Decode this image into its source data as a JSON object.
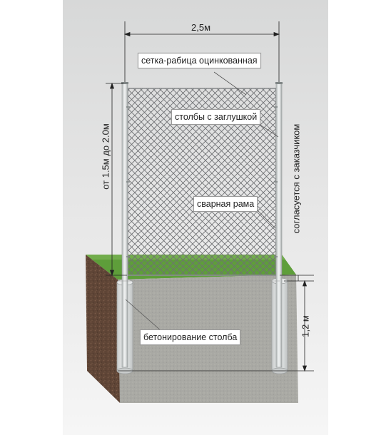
{
  "diagram": {
    "width_dimension": "2,5м",
    "height_dimension": "от 1.5м до 2.0м",
    "depth_dimension": "1,2 м",
    "right_note": "согласуется с заказчиком",
    "labels": {
      "mesh": "сетка-рабица оцинкованная",
      "posts": "столбы с заглушкой",
      "frame": "сварная рама",
      "concrete": "бетонирование столба"
    },
    "colors": {
      "grass": "#5e9e3a",
      "soil_top": "#a8a8a3",
      "soil_side": "#6b4d3c",
      "post": "#d8dcdc",
      "mesh": "#7b7d80"
    }
  }
}
